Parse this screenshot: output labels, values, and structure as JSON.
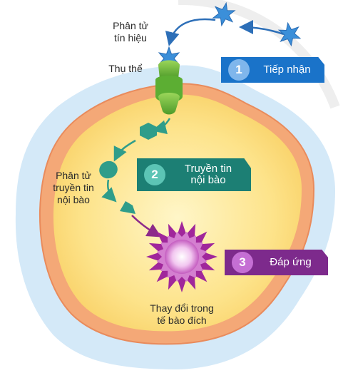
{
  "labels": {
    "signal_molecule": [
      "Phân tử",
      "tín hiệu"
    ],
    "receptor": "Thụ thể",
    "relay_molecule": [
      "Phân tử",
      "truyền tin",
      "nội bào"
    ],
    "change": [
      "Thay đổi trong",
      "tế bào đích"
    ]
  },
  "steps": [
    {
      "number": "1",
      "label": "Tiếp nhận",
      "color": "#1a73c9",
      "circle": "#7fb6ec"
    },
    {
      "number": "2",
      "label": "Truyền tin nội bào",
      "label_lines": [
        "Truyền tin",
        "nội bào"
      ],
      "color": "#1c7f74",
      "circle": "#5cc4b5"
    },
    {
      "number": "3",
      "label": "Đáp ứng",
      "color": "#7d2a8c",
      "circle": "#c56fd4"
    }
  ],
  "colors": {
    "cell_membrane": "#f4a877",
    "cytoplasm": "#fde38a",
    "outer_glow": "#cfe6f7",
    "signal": "#3b8fd9",
    "receptor": "#7cc242",
    "relay": "#2f9d8a",
    "response": "#a0279b"
  }
}
